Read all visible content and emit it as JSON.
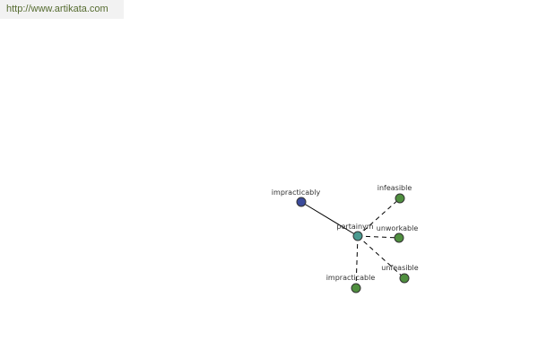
{
  "site": {
    "url": "http://www.artikata.com",
    "url_color": "#556b2f"
  },
  "colors": {
    "edge": "#000000",
    "label": "#333333",
    "node_stroke": "#333333",
    "center_fill": "#4a9a90",
    "source_fill": "#3b4b9b",
    "leaf_fill": "#4f8f3f"
  },
  "graph": {
    "center": {
      "id": "pertainym",
      "label": "pertainym"
    },
    "nodes": [
      {
        "id": "impracticably",
        "label": "impracticably",
        "role": "source"
      },
      {
        "id": "infeasible",
        "label": "infeasible",
        "role": "leaf"
      },
      {
        "id": "unworkable",
        "label": "unworkable",
        "role": "leaf"
      },
      {
        "id": "unfeasible",
        "label": "unfeasible",
        "role": "leaf"
      },
      {
        "id": "impracticable",
        "label": "impracticable",
        "role": "leaf"
      }
    ],
    "edges": [
      {
        "from": "impracticably",
        "to": "pertainym",
        "style": "solid"
      },
      {
        "from": "pertainym",
        "to": "infeasible",
        "style": "dashed"
      },
      {
        "from": "pertainym",
        "to": "unworkable",
        "style": "dashed"
      },
      {
        "from": "pertainym",
        "to": "unfeasible",
        "style": "dashed"
      },
      {
        "from": "pertainym",
        "to": "impracticable",
        "style": "dashed"
      }
    ]
  }
}
